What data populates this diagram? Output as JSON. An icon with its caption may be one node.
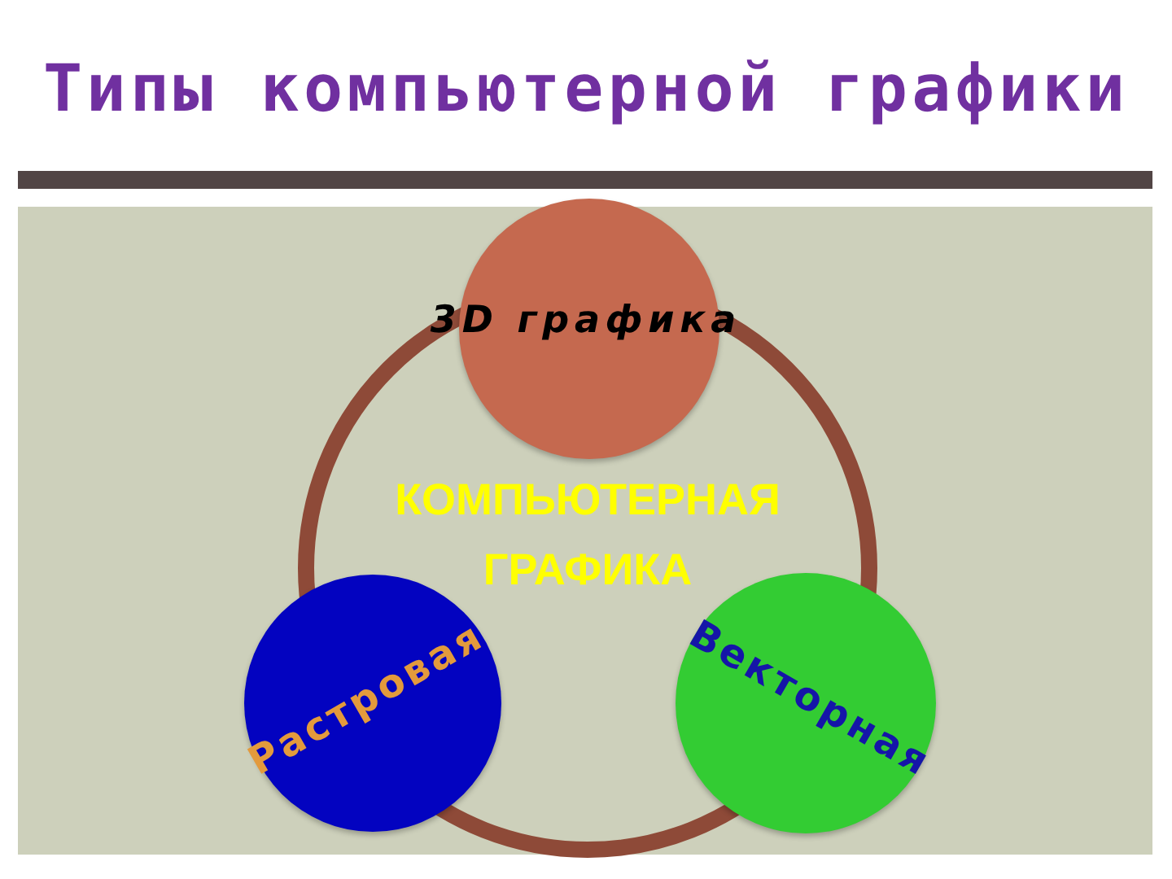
{
  "diagram": {
    "title": "Типы компьютерной графики",
    "nodes": [
      {
        "text": [
          "КОМПЬЮТЕРНАЯ ГРАФИКА"
        ]
      },
      {
        "text": [
          "3D графика"
        ]
      },
      {
        "text": [
          "Растровая"
        ]
      },
      {
        "text": [
          "Векторная"
        ]
      }
    ]
  }
}
